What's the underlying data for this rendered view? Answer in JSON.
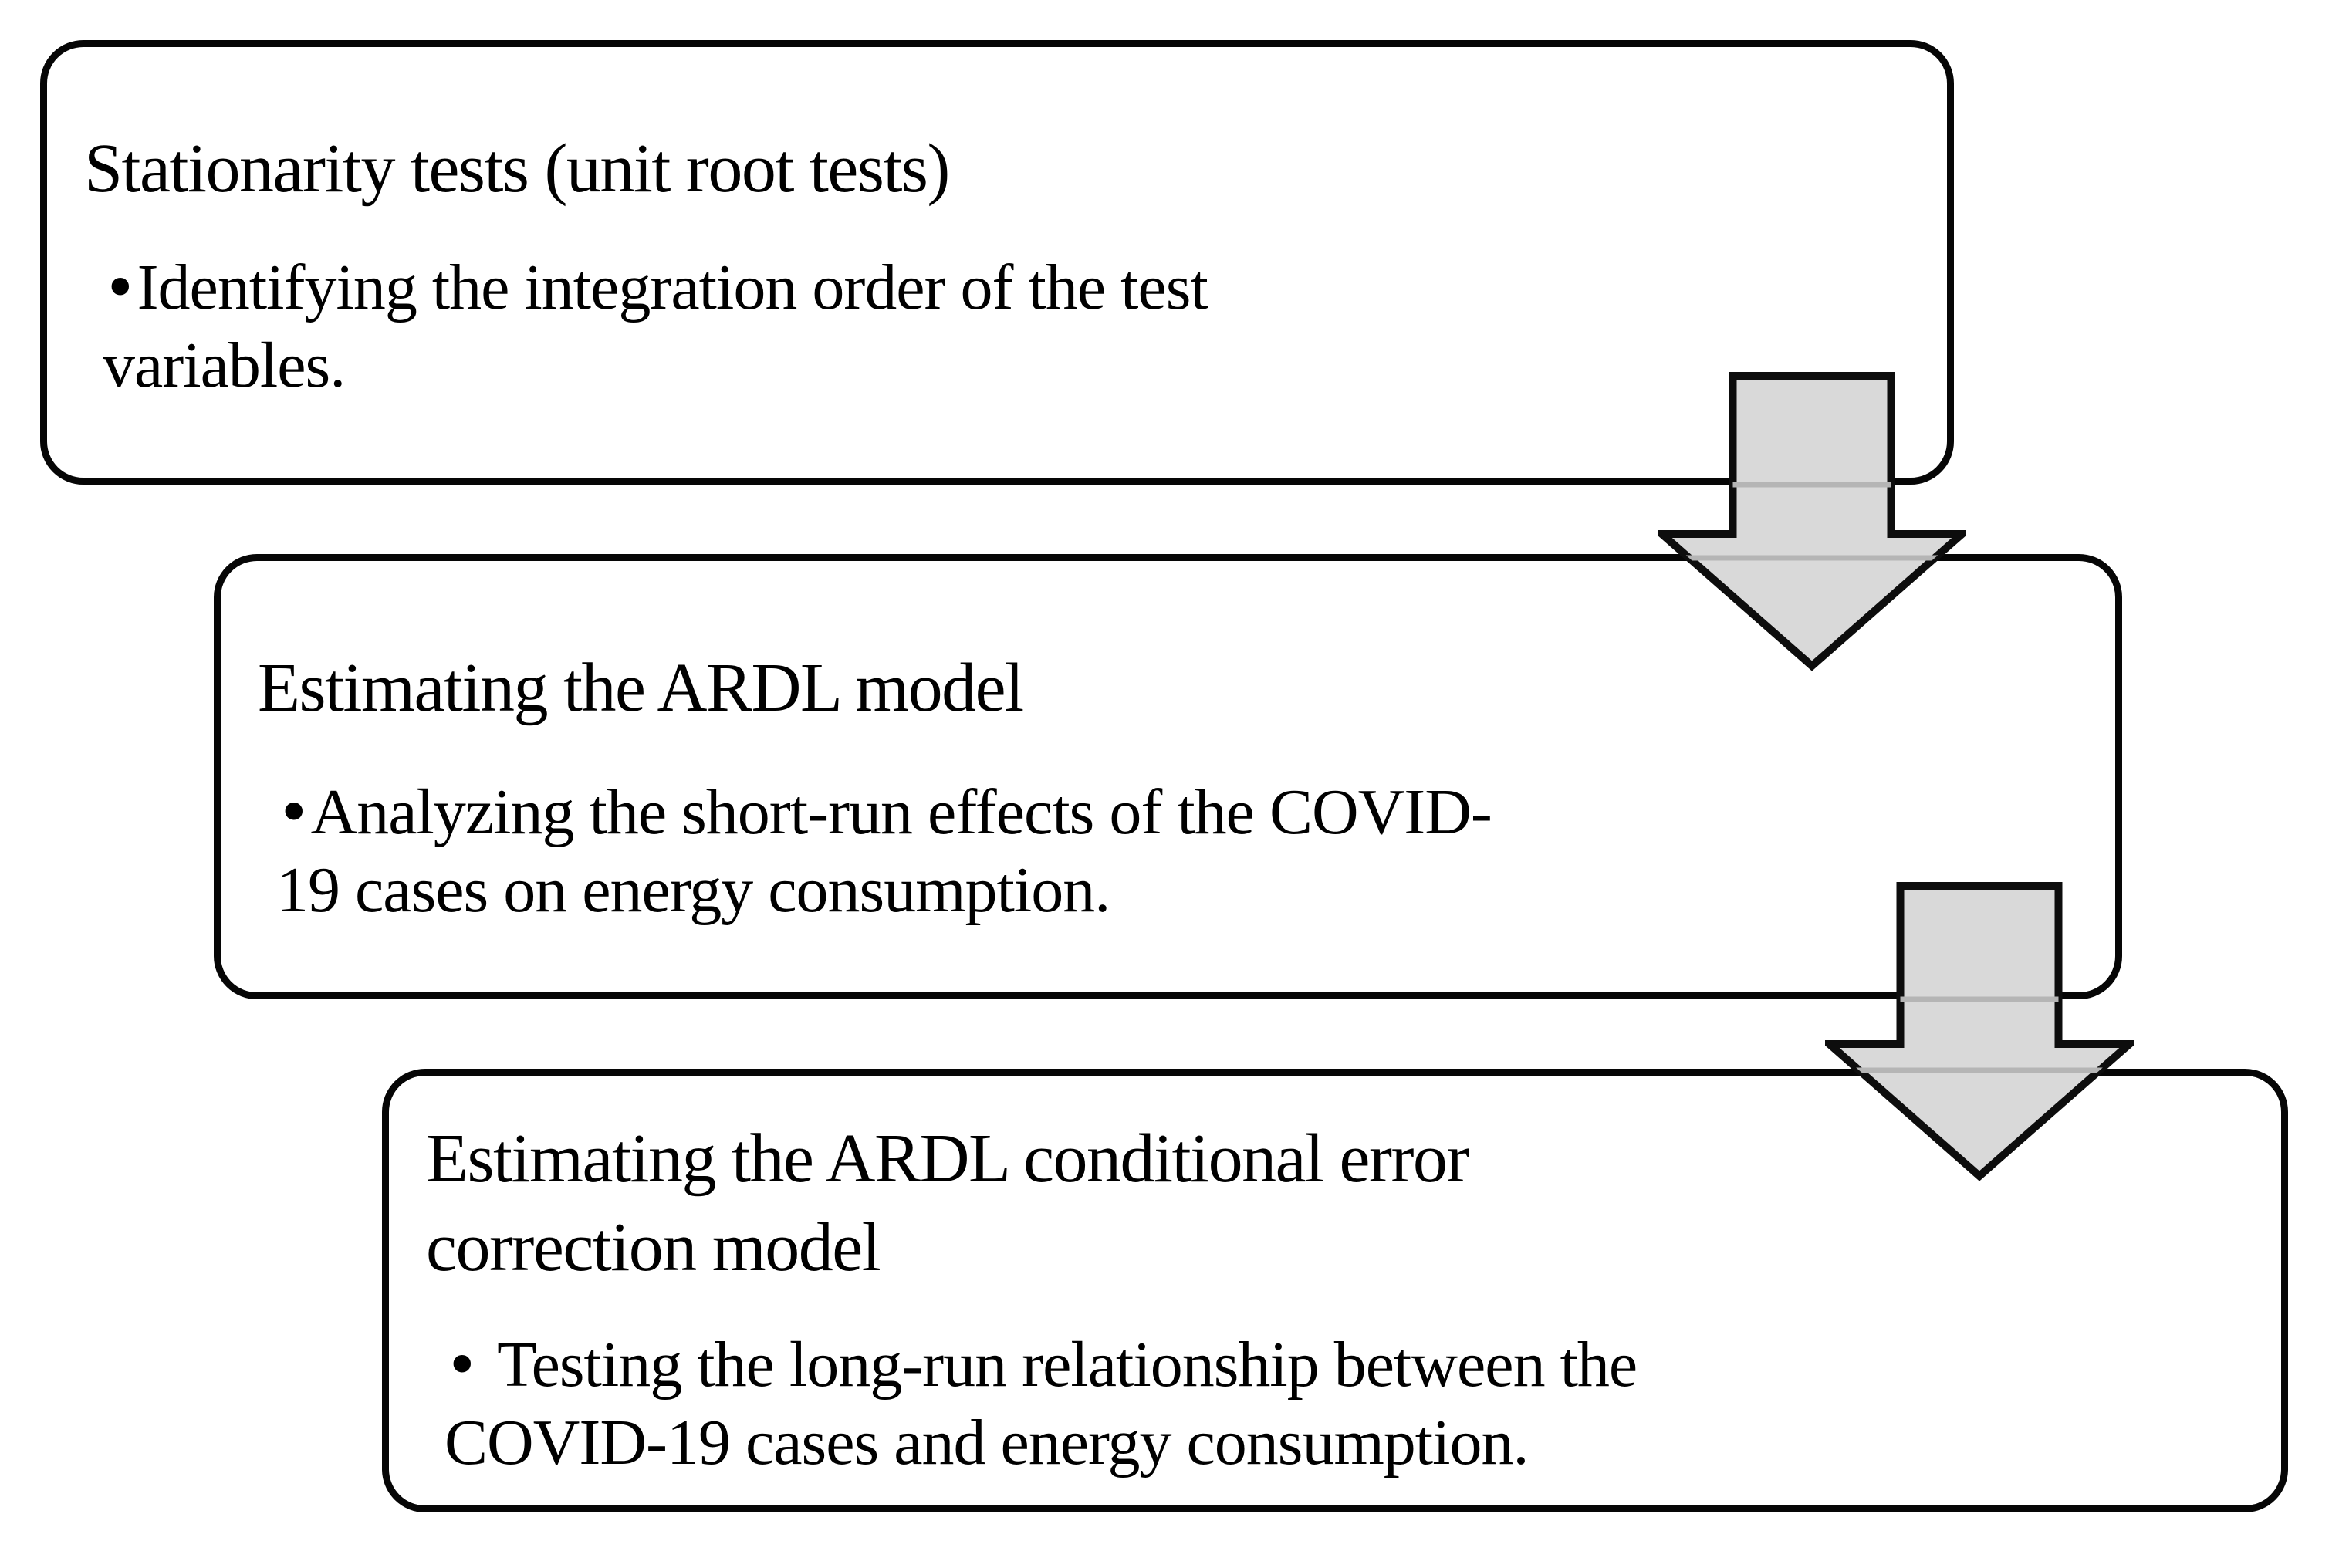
{
  "figure": {
    "background": "#ffffff",
    "box_border_color": "#060606",
    "text_color": "#000000",
    "arrow_fill": "#d9d9d9",
    "arrow_border": "#0d0d0d",
    "crossline_color": "#b5b5b5"
  },
  "boxes": [
    {
      "id": "stationarity-tests",
      "title_lines": [
        "Stationarity tests (unit root tests)"
      ],
      "bullet_marker": "•",
      "bullet_lines": [
        "Identifying the integration order of the test",
        "variables."
      ]
    },
    {
      "id": "ardl-model",
      "title_lines": [
        "Estimating the ARDL model"
      ],
      "bullet_marker": "•",
      "bullet_lines": [
        "Analyzing the short-run effects of the COVID-",
        "19 cases on energy consumption."
      ]
    },
    {
      "id": "error-correction-model",
      "title_lines": [
        "Estimating the ARDL conditional error",
        "correction model"
      ],
      "bullet_marker": "• ",
      "bullet_lines": [
        "Testing the long-run relationship between the",
        "COVID-19 cases and energy consumption."
      ]
    }
  ]
}
